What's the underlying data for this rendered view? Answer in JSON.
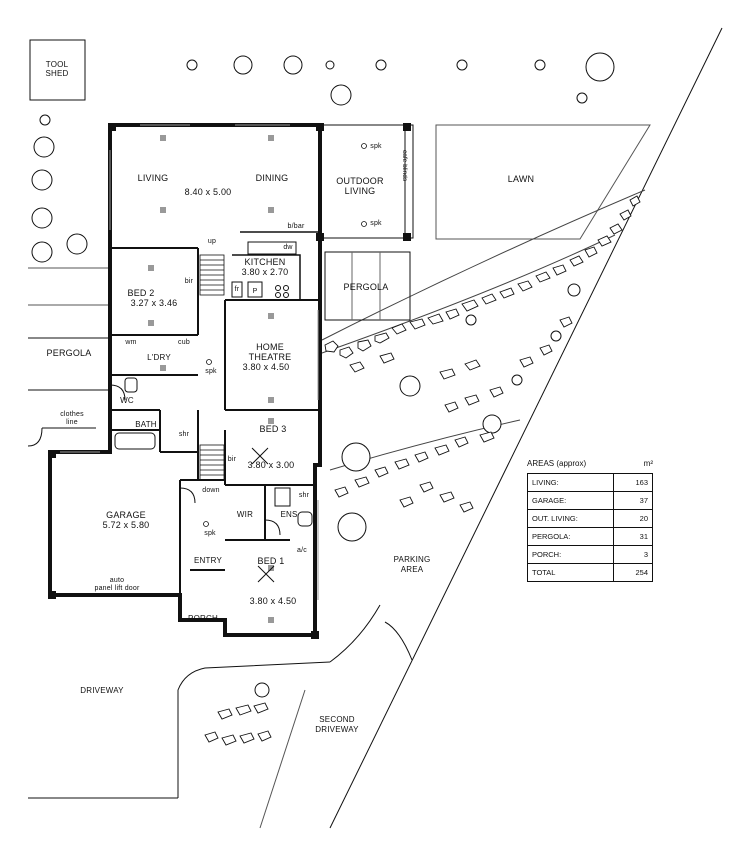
{
  "labels": {
    "tool_shed": "TOOL\nSHED",
    "living": "LIVING",
    "dining": "DINING",
    "living_dims": "8.40 x 5.00",
    "outdoor_living": "OUTDOOR\nLIVING",
    "spk": "spk",
    "cafe_blinds": "cafe blinds",
    "lawn": "LAWN",
    "bbar": "b/bar",
    "up": "up",
    "dw": "dw",
    "kitchen": "KITCHEN",
    "kitchen_dims": "3.80 x 2.70",
    "bed2": "BED 2",
    "bed2_dims": "3.27 x 3.46",
    "bir": "bir",
    "fr": "fr",
    "p": "P",
    "pergola": "PERGOLA",
    "wm": "wm",
    "cub": "cub",
    "ldry": "L'DRY",
    "home_theatre": "HOME\nTHEATRE",
    "home_theatre_dims": "3.80 x 4.50",
    "wc": "WC",
    "clothes_line": "clothes\nline",
    "bath": "BATH",
    "shr": "shr",
    "bed3": "BED 3",
    "bed3_dims": "3.80 x 3.00",
    "down": "down",
    "garage": "GARAGE",
    "garage_dims": "5.72 x 5.80",
    "wir": "WIR",
    "ens": "ENS",
    "ac": "a/c",
    "entry": "ENTRY",
    "bed1": "BED 1",
    "bed1_dims": "3.80 x 4.50",
    "garage_door": "auto\npanel lift door",
    "porch": "PORCH",
    "parking_area": "PARKING\nAREA",
    "driveway": "DRIVEWAY",
    "second_driveway": "SECOND\nDRIVEWAY"
  },
  "areas": {
    "title": "AREAS (approx)",
    "unit": "m²",
    "rows": [
      {
        "name": "LIVING:",
        "value": "163"
      },
      {
        "name": "GARAGE:",
        "value": "37"
      },
      {
        "name": "OUT. LIVING:",
        "value": "20"
      },
      {
        "name": "PERGOLA:",
        "value": "31"
      },
      {
        "name": "PORCH:",
        "value": "3"
      }
    ],
    "total_label": "TOTAL",
    "total_value": "254"
  }
}
